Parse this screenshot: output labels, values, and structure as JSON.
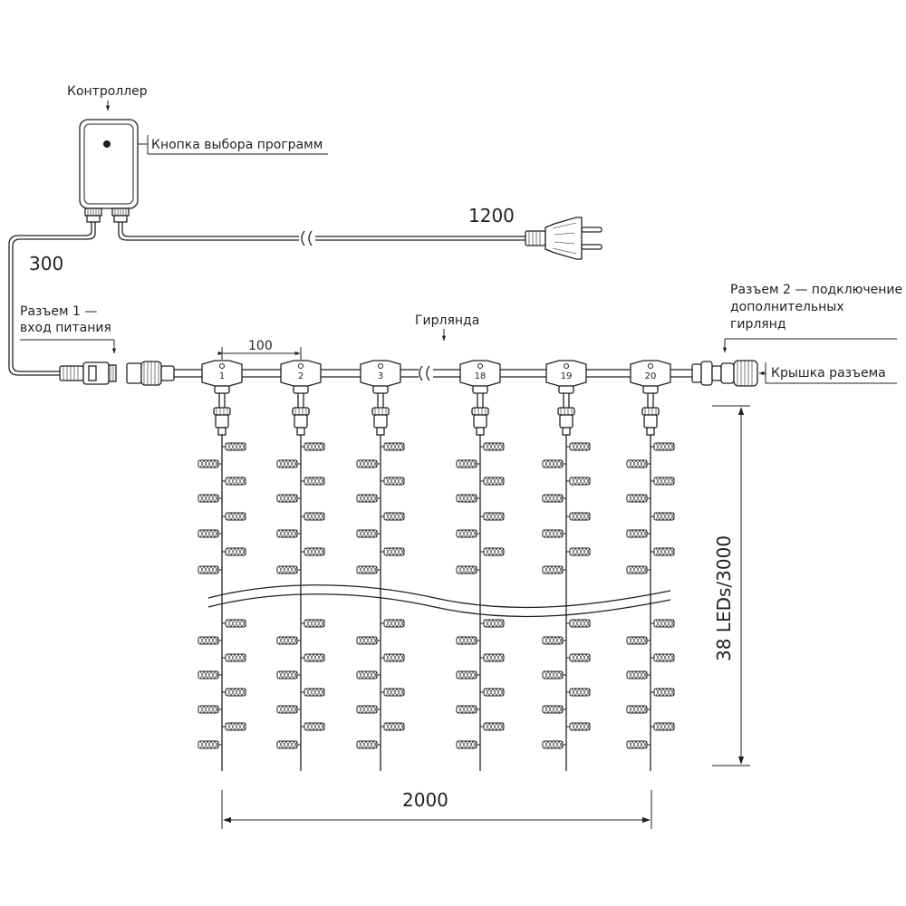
{
  "labels": {
    "controller": "Контроллер",
    "program_button": "Кнопка выбора программ",
    "connector_1_line1": "Разъем 1 —",
    "connector_1_line2": "вход питания",
    "connector_2_line1": "Разъем 2 — подключение",
    "connector_2_line2": "дополнительных",
    "connector_2_line3": "гирлянд",
    "garland": "Гирлянда",
    "connector_cap": "Крышка разъема"
  },
  "dimensions": {
    "lead_to_connector": "300",
    "power_cable": "1200",
    "drop_spacing": "100",
    "total_width": "2000",
    "drop_height": "38 LEDs/3000"
  },
  "drops": [
    "1",
    "2",
    "3",
    "18",
    "19",
    "20"
  ],
  "colors": {
    "line": "#231f20",
    "background": "#ffffff"
  },
  "icons": [
    "controller-box",
    "power-plug",
    "connector",
    "connector-cap",
    "led-bead",
    "break-mark"
  ]
}
